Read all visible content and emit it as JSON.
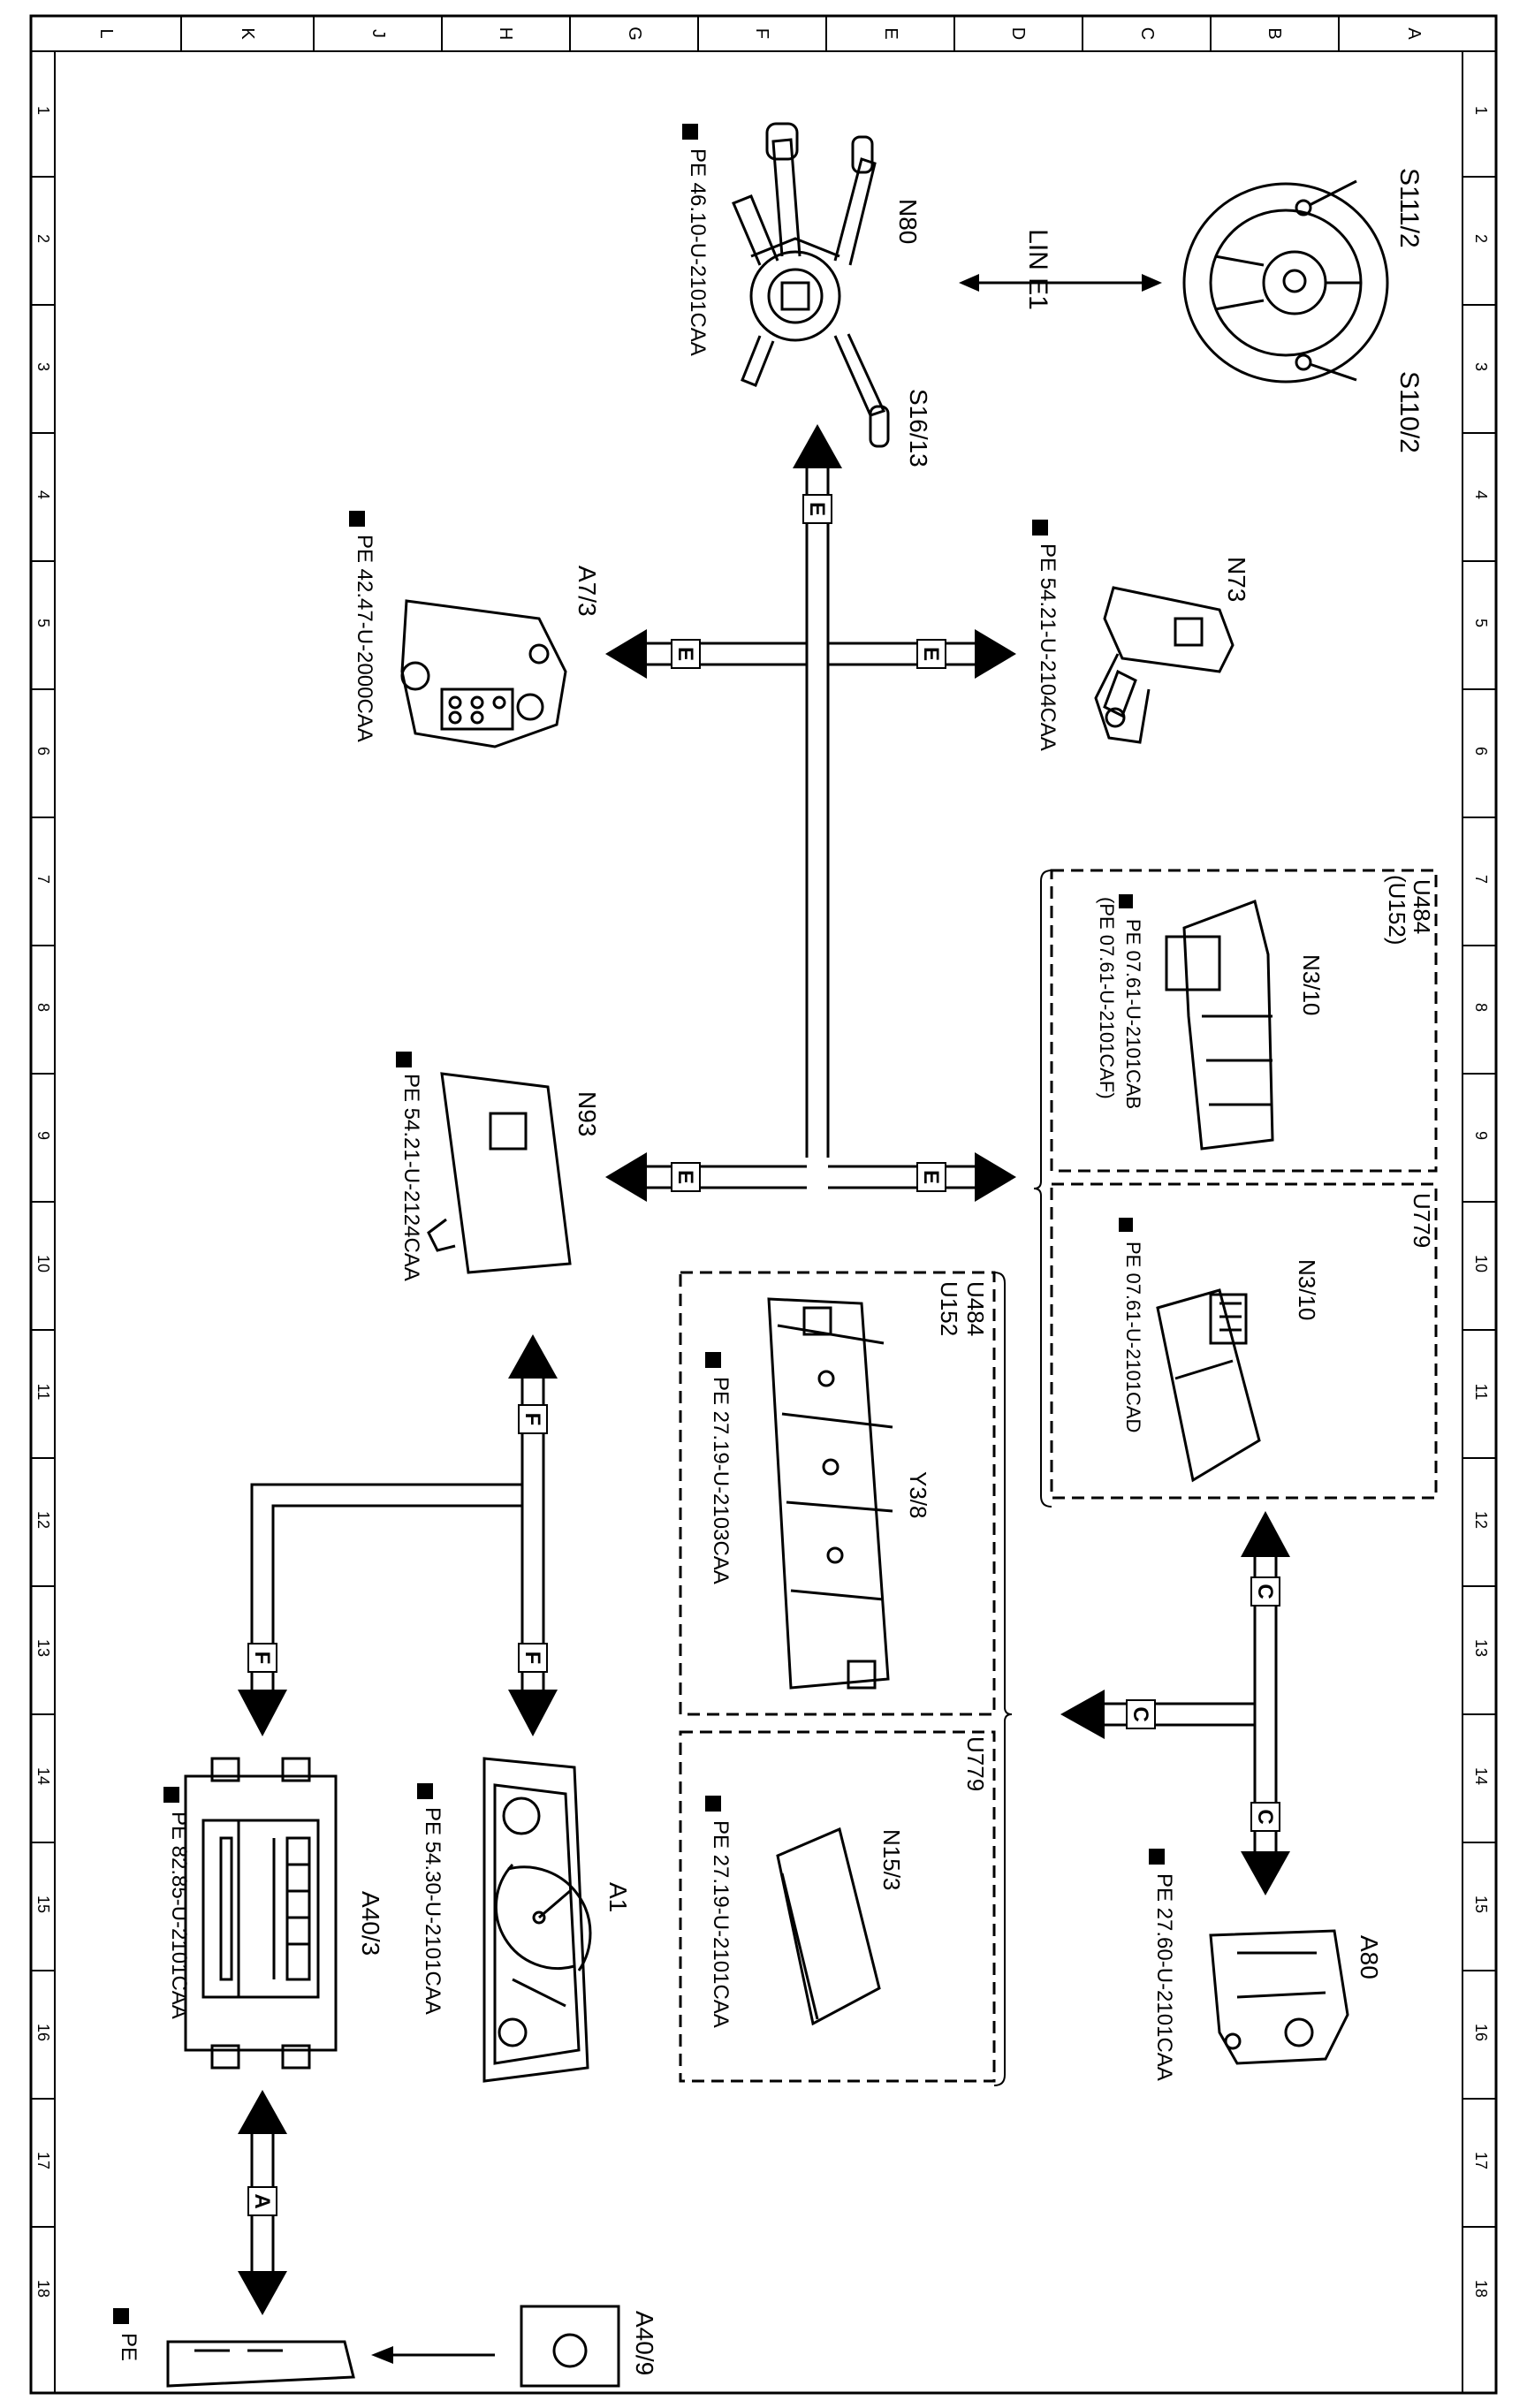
{
  "grid": {
    "columns": [
      "L",
      "K",
      "J",
      "H",
      "G",
      "F",
      "E",
      "D",
      "C",
      "B",
      "A"
    ],
    "rows": [
      "1",
      "2",
      "3",
      "4",
      "5",
      "6",
      "7",
      "8",
      "9",
      "10",
      "11",
      "12",
      "13",
      "14",
      "15",
      "16",
      "17",
      "18"
    ]
  },
  "bus_labels": {
    "lin": "LIN E1",
    "e": "E",
    "f": "F",
    "c": "C",
    "a": "A"
  },
  "components": {
    "s111": {
      "code": "S111/2"
    },
    "s110": {
      "code": "S110/2"
    },
    "n80": {
      "code": "N80",
      "sub": "S16/13",
      "ref": "PE 46.10-U-2101CAA"
    },
    "n73": {
      "code": "N73",
      "ref": "PE 54.21-U-2104CAA"
    },
    "a7": {
      "code": "A7/3",
      "ref": "PE 42.47-U-2000CAA"
    },
    "n3_u484": {
      "group": "U484",
      "group2": "(U152)",
      "code": "N3/10",
      "ref": "PE 07.61-U-2101CAB",
      "ref2": "(PE 07.61-U-2101CAF)"
    },
    "n3_u779": {
      "group": "U779",
      "code": "N3/10",
      "ref": "PE 07.61-U-2101CAD"
    },
    "n93": {
      "code": "N93",
      "ref": "PE 54.21-U-2124CAA"
    },
    "y3": {
      "group": "U484",
      "group2": "U152",
      "code": "Y3/8",
      "ref": "PE 27.19-U-2103CAA"
    },
    "n15": {
      "group": "U779",
      "code": "N15/3",
      "ref": "PE 27.19-U-2101CAA"
    },
    "a80": {
      "code": "A80",
      "ref": "PE 27.60-U-2101CAA"
    },
    "a1": {
      "code": "A1",
      "ref": "PE 54.30-U-2101CAA"
    },
    "a40": {
      "code": "A40/3",
      "ref": "PE 82.85-U-2101CAA"
    },
    "a40_9": {
      "code": "A40/9",
      "ref": "PE"
    }
  },
  "colors": {
    "line": "#000000",
    "background": "#ffffff",
    "tag_fill": "#ffffff"
  }
}
